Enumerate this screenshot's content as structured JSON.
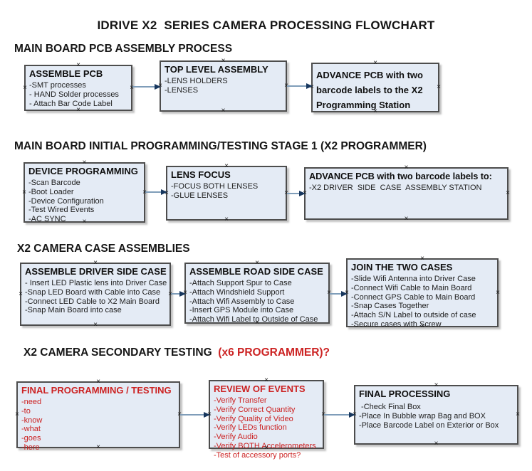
{
  "title": "IDRIVE X2  SERIES CAMERA PROCESSING FLOWCHART",
  "colors": {
    "box_fill": "#e4ebf5",
    "box_border": "#4d4d4d",
    "red_accent": "#cc2222",
    "arrow_line": "#7f9db9",
    "arrow_head": "#17375e"
  },
  "sections": [
    {
      "heading": "MAIN BOARD PCB ASSEMBLY PROCESS",
      "boxes": [
        {
          "title": "ASSEMBLE PCB",
          "lines": [
            "-SMT processes",
            "- HAND Solder processes",
            "- Attach Bar Code Label"
          ]
        },
        {
          "title": "TOP LEVEL ASSEMBLY",
          "lines": [
            "-LENS HOLDERS",
            "-LENSES"
          ]
        },
        {
          "title": "ADVANCE PCB with two barcode labels to the X2 Programming Station",
          "lines": []
        }
      ]
    },
    {
      "heading": "MAIN BOARD INITIAL PROGRAMMING/TESTING STAGE 1 (X2 PROGRAMMER)",
      "boxes": [
        {
          "title": "DEVICE PROGRAMMING",
          "lines": [
            "-Scan Barcode",
            "-Boot Loader",
            "-Device Configuration",
            "-Test Wired Events",
            "-AC SYNC"
          ]
        },
        {
          "title": "LENS FOCUS",
          "lines": [
            "-FOCUS BOTH LENSES",
            "-GLUE LENSES"
          ]
        },
        {
          "title": "ADVANCE PCB with two barcode labels to:",
          "lines": [
            "-X2 DRIVER  SIDE  CASE  ASSEMBLY STATION"
          ]
        }
      ]
    },
    {
      "heading": "X2 CAMERA CASE ASSEMBLIES",
      "boxes": [
        {
          "title": "ASSEMBLE DRIVER SIDE CASE",
          "lines": [
            "- Insert LED Plastic lens into Driver Case",
            "-Snap LED Board with Cable into Case",
            "-Connect LED Cable to X2 Main Board",
            "-Snap Main Board into case"
          ]
        },
        {
          "title": "ASSEMBLE ROAD SIDE CASE",
          "lines": [
            "-Attach Support Spur to Case",
            "-Attach Windshield Support",
            "-Attach Wifi Assembly to Case",
            "-Insert GPS Module into Case",
            "-Attach Wifi Label to Outside of Case"
          ]
        },
        {
          "title": "JOIN THE TWO CASES",
          "lines": [
            "-Slide Wifi Antenna into Driver Case",
            "-Connect Wifi Cable to Main Board",
            "-Connect GPS Cable to Main Board",
            "-Snap Cases Together",
            "-Attach S/N Label to outside of case",
            "-Secure cases with Screw"
          ]
        }
      ]
    },
    {
      "heading": "X2 CAMERA SECONDARY TESTING  ",
      "heading_suffix": "(x6 PROGRAMMER)?",
      "boxes": [
        {
          "title": "FINAL PROGRAMMING / TESTING",
          "accent": "red",
          "lines": [
            "-need",
            "-to",
            "-know",
            "-what",
            "-goes",
            "-here"
          ]
        },
        {
          "title": "REVIEW OF EVENTS",
          "accent": "red",
          "lines": [
            "-Verify Transfer",
            "-Verify Correct Quantity",
            "-Verify Quality of Video",
            "-Verify LEDs function",
            "-Verify Audio",
            "-Verify BOTH Accelerometers",
            "-Test of accessory ports?"
          ]
        },
        {
          "title": "FINAL PROCESSING",
          "lines": [
            " -Check Final Box",
            "-Place In Bubble wrap Bag and BOX",
            "-Place Barcode Label on Exterior or Box"
          ]
        }
      ]
    }
  ]
}
